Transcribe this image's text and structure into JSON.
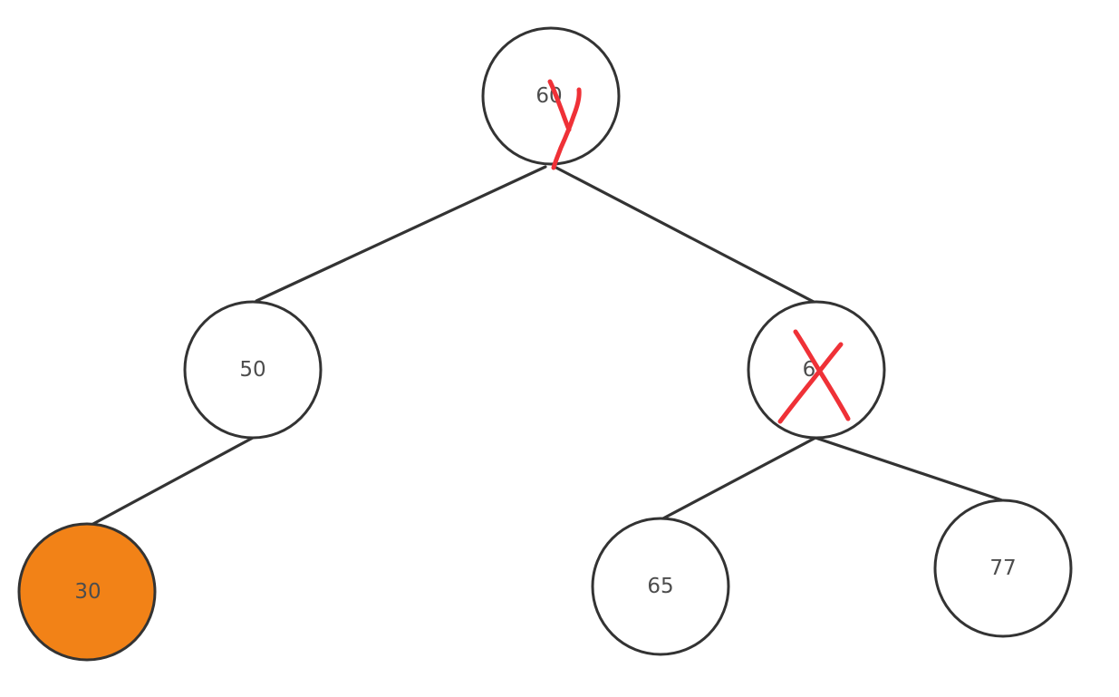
{
  "diagram": {
    "type": "binary-tree",
    "colors": {
      "node_fill": "#ffffff",
      "highlight_fill": "#f28217",
      "stroke": "#333333",
      "text": "#4d4d4d",
      "annotation": "#ef3137"
    },
    "nodes": [
      {
        "id": "n60",
        "label": "60",
        "highlighted": false,
        "annotation": "y-mark"
      },
      {
        "id": "n50",
        "label": "50",
        "highlighted": false
      },
      {
        "id": "n66",
        "label": "6",
        "highlighted": false,
        "annotation": "x-mark"
      },
      {
        "id": "n30",
        "label": "30",
        "highlighted": true
      },
      {
        "id": "n65",
        "label": "65",
        "highlighted": false
      },
      {
        "id": "n77",
        "label": "77",
        "highlighted": false
      }
    ],
    "edges": [
      {
        "from": "n60",
        "to": "n50"
      },
      {
        "from": "n60",
        "to": "n66"
      },
      {
        "from": "n50",
        "to": "n30"
      },
      {
        "from": "n66",
        "to": "n65"
      },
      {
        "from": "n66",
        "to": "n77"
      }
    ]
  }
}
